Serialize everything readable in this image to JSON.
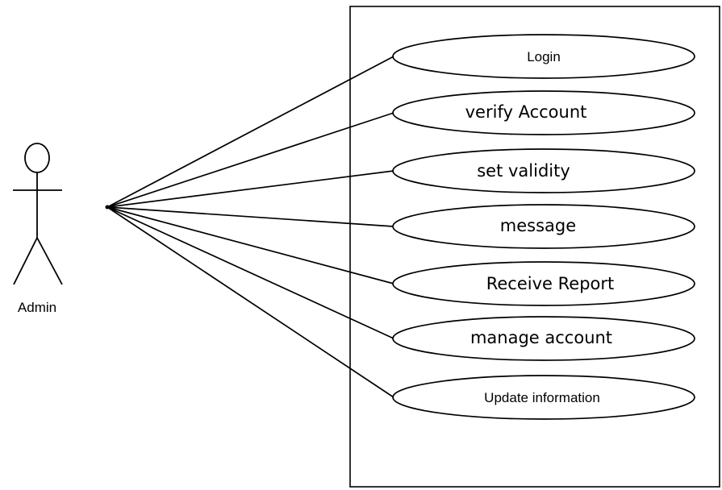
{
  "actor": {
    "name": "Admin",
    "icon": "stick-figure-icon"
  },
  "use_cases": [
    {
      "id": "login",
      "label": "Login"
    },
    {
      "id": "verify-account",
      "label": "verify Account"
    },
    {
      "id": "set-validity",
      "label": "set validity"
    },
    {
      "id": "message",
      "label": "message"
    },
    {
      "id": "receive-report",
      "label": "Receive Report"
    },
    {
      "id": "manage-account",
      "label": "manage account"
    },
    {
      "id": "update-information",
      "label": "Update information"
    }
  ]
}
